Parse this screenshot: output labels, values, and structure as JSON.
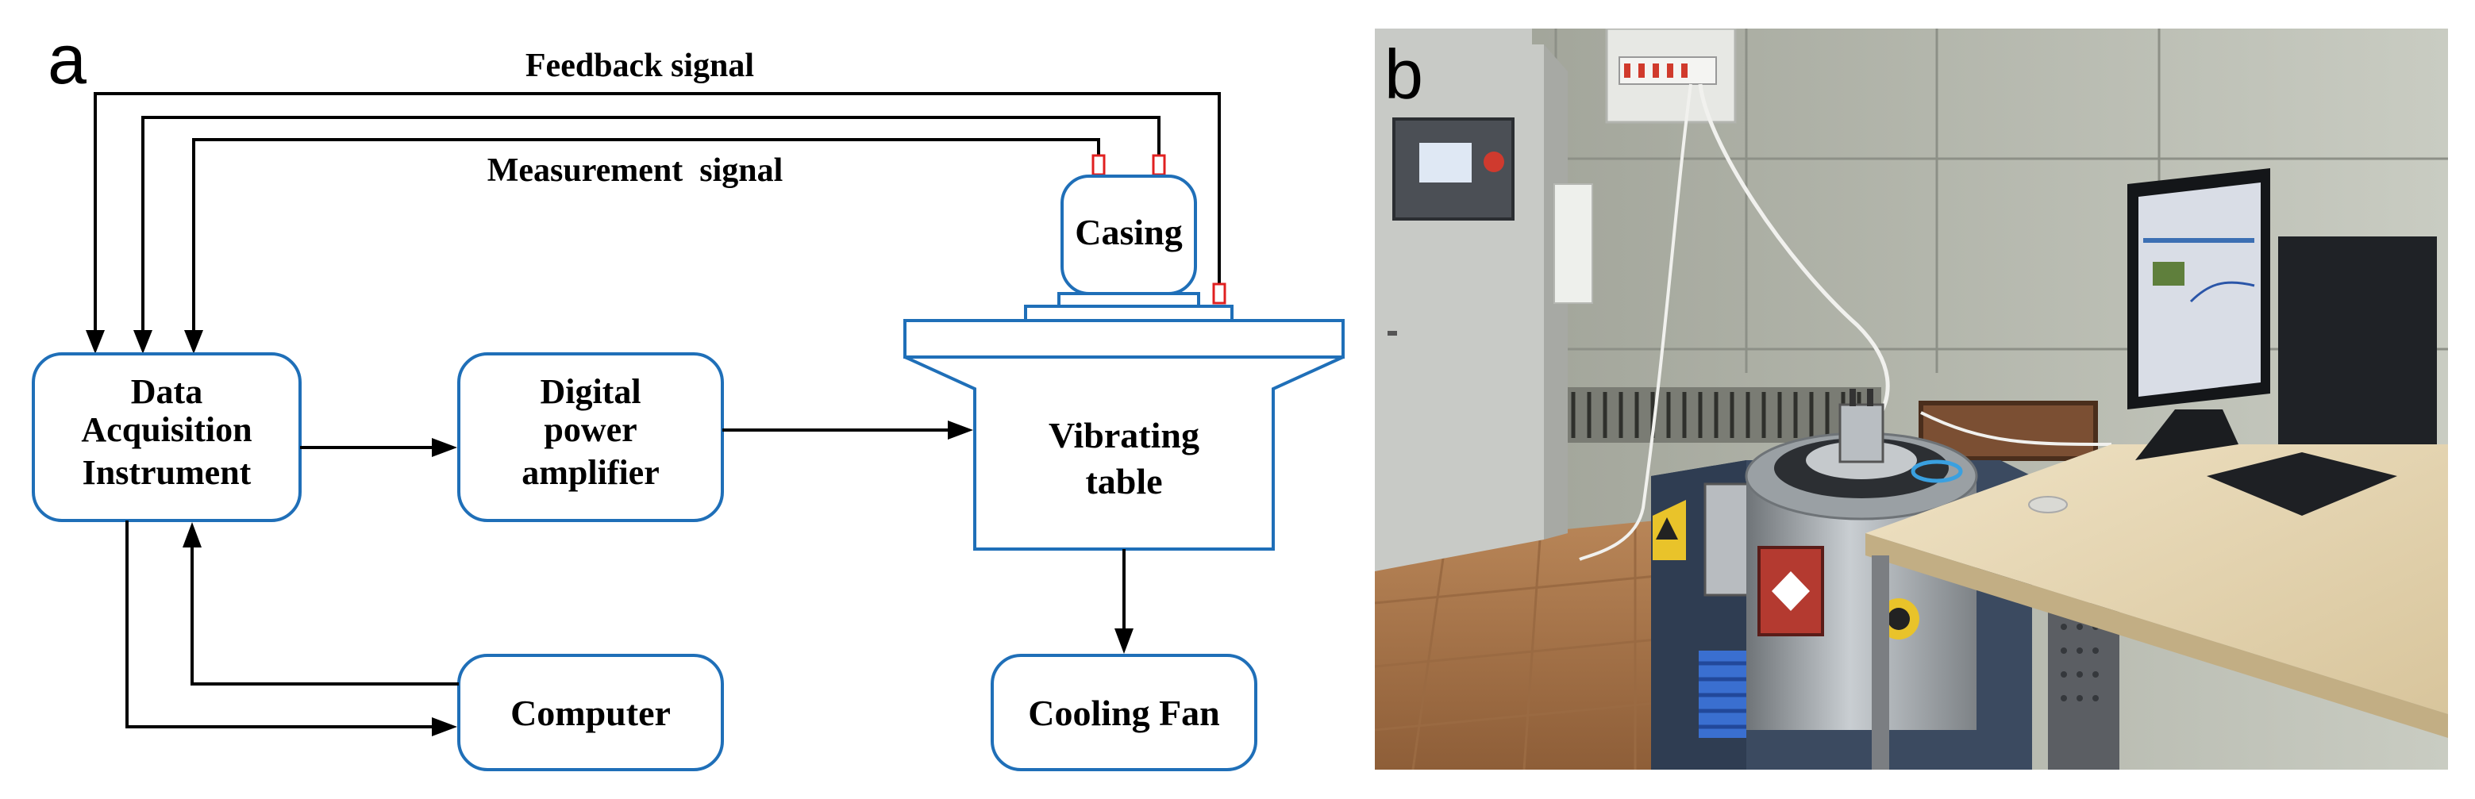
{
  "panel_a": {
    "letter": "a",
    "labels": {
      "feedback": "Feedback signal",
      "measurement": "Measurement  signal",
      "casing": "Casing",
      "daq_1": "Data",
      "daq_2": "Acquisition",
      "daq_3": "Instrument",
      "amp_1": "Digital",
      "amp_2": "power",
      "amp_3": "amplifier",
      "table_1": "Vibrating",
      "table_2": "table",
      "computer": "Computer",
      "fan": "Cooling Fan"
    }
  },
  "panel_b": {
    "letter": "b"
  },
  "colors": {
    "box_stroke": "#1f6fb8",
    "sensor": "#e02020",
    "wire": "#000000"
  }
}
